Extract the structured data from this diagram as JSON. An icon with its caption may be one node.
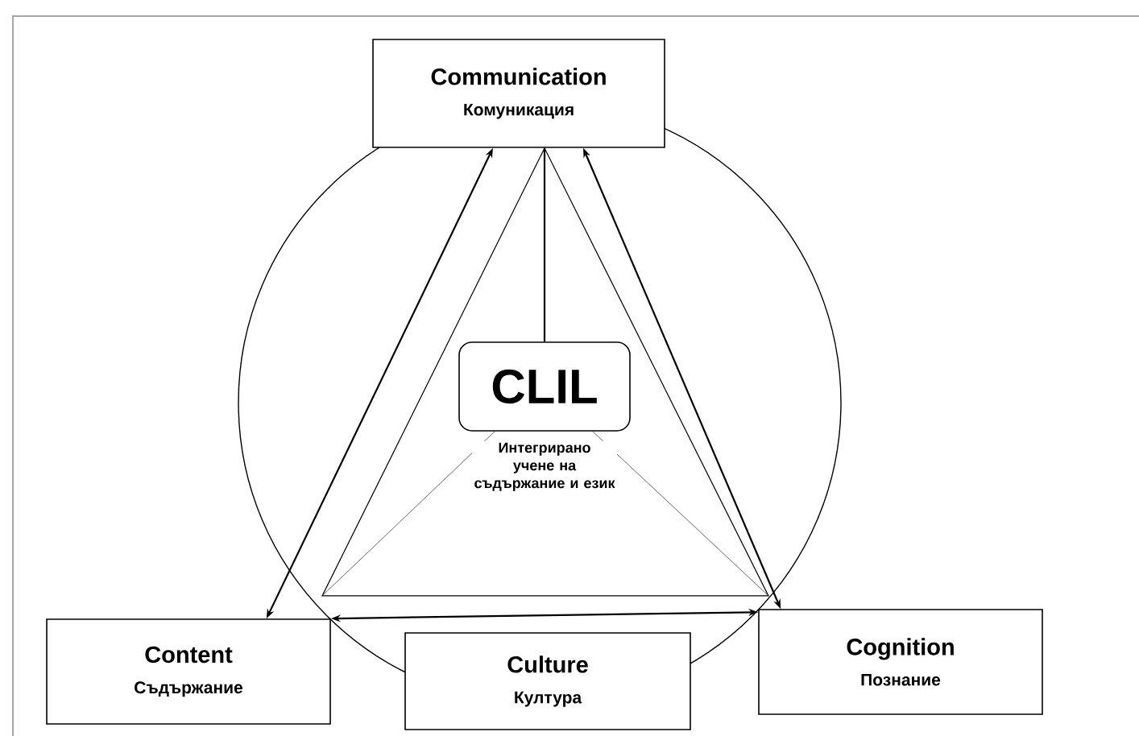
{
  "diagram": {
    "nodes": [
      {
        "text": [
          "Communication",
          "Комуникация"
        ]
      },
      {
        "text": [
          "CLIL"
        ],
        "beside": [
          "Интегрирано учене на съдържание и език"
        ]
      },
      {
        "text": [
          "Content",
          "Съдържание"
        ]
      },
      {
        "text": [
          "Culture",
          "Култура"
        ]
      },
      {
        "text": [
          "Cognition",
          "Познание"
        ]
      }
    ],
    "edges": [
      {
        "from": 0,
        "to": 1,
        "arrow": "none"
      },
      {
        "from": 2,
        "to": 0,
        "arrow": "both"
      },
      {
        "from": 4,
        "to": 0,
        "arrow": "both"
      },
      {
        "from": 2,
        "to": 4,
        "arrow": "both"
      }
    ]
  }
}
